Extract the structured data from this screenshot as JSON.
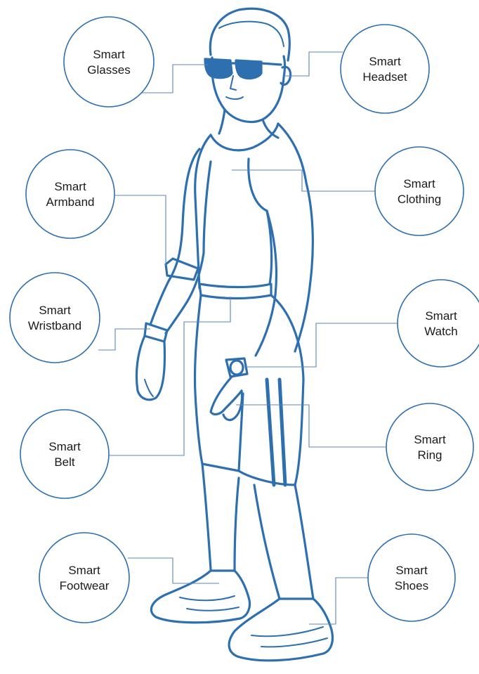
{
  "colors": {
    "line": "#2e6fb0",
    "leader": "#5b84b8",
    "text": "#1b1b1b",
    "background": "#ffffff"
  },
  "callouts": [
    {
      "id": "glasses",
      "lines": [
        "Smart",
        "Glasses"
      ]
    },
    {
      "id": "headset",
      "lines": [
        "Smart",
        "Headset"
      ]
    },
    {
      "id": "armband",
      "lines": [
        "Smart",
        "Armband"
      ]
    },
    {
      "id": "clothing",
      "lines": [
        "Smart",
        "Clothing"
      ]
    },
    {
      "id": "wristband",
      "lines": [
        "Smart",
        "Wristband"
      ]
    },
    {
      "id": "watch",
      "lines": [
        "Smart",
        "Watch"
      ]
    },
    {
      "id": "belt",
      "lines": [
        "Smart",
        "Belt"
      ]
    },
    {
      "id": "ring",
      "lines": [
        "Smart",
        "Ring"
      ]
    },
    {
      "id": "footwear",
      "lines": [
        "Smart",
        "Footwear"
      ]
    },
    {
      "id": "shoes",
      "lines": [
        "Smart",
        "Shoes"
      ]
    }
  ]
}
